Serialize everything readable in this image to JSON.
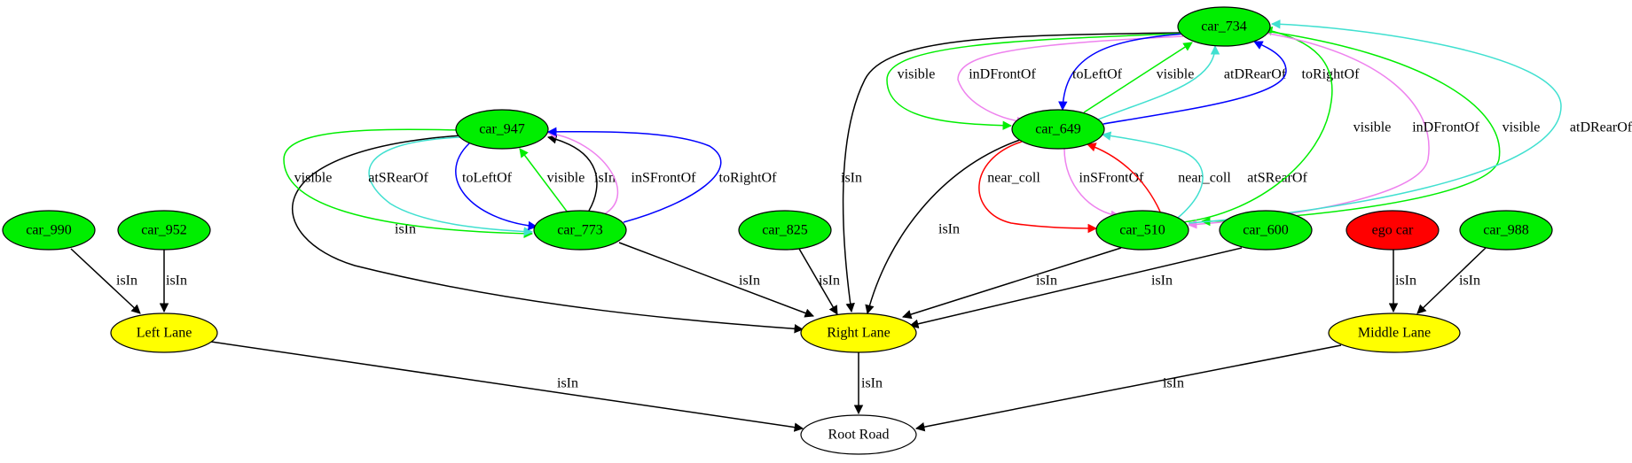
{
  "colors": {
    "car": "#00ee00",
    "lane": "#ffff00",
    "ego": "#ff0000",
    "road": "#ffffff",
    "isIn": "#000000",
    "visible": "#00ee00",
    "inDFrontOf": "#ee82ee",
    "inSFrontOf": "#ee82ee",
    "toLeftOf": "#0000ff",
    "toRightOf": "#0000ff",
    "atDRearOf": "#40e0d0",
    "atSRearOf": "#40e0d0",
    "near_coll": "#ff0000"
  },
  "nodes": [
    {
      "id": "car_734",
      "label": "car_734",
      "kind": "car"
    },
    {
      "id": "car_947",
      "label": "car_947",
      "kind": "car"
    },
    {
      "id": "car_649",
      "label": "car_649",
      "kind": "car"
    },
    {
      "id": "car_990",
      "label": "car_990",
      "kind": "car"
    },
    {
      "id": "car_952",
      "label": "car_952",
      "kind": "car"
    },
    {
      "id": "car_773",
      "label": "car_773",
      "kind": "car"
    },
    {
      "id": "car_825",
      "label": "car_825",
      "kind": "car"
    },
    {
      "id": "car_510",
      "label": "car_510",
      "kind": "car"
    },
    {
      "id": "car_600",
      "label": "car_600",
      "kind": "car"
    },
    {
      "id": "ego_car",
      "label": "ego car",
      "kind": "ego"
    },
    {
      "id": "car_988",
      "label": "car_988",
      "kind": "car"
    },
    {
      "id": "left_lane",
      "label": "Left Lane",
      "kind": "lane"
    },
    {
      "id": "right_lane",
      "label": "Right Lane",
      "kind": "lane"
    },
    {
      "id": "middle_lane",
      "label": "Middle Lane",
      "kind": "lane"
    },
    {
      "id": "root_road",
      "label": "Root Road",
      "kind": "road"
    }
  ],
  "edges": [
    {
      "id": "e1",
      "from": "car_990",
      "to": "left_lane",
      "label": "isIn"
    },
    {
      "id": "e2",
      "from": "car_952",
      "to": "left_lane",
      "label": "isIn"
    },
    {
      "id": "e3",
      "from": "car_947",
      "to": "right_lane",
      "label": "isIn"
    },
    {
      "id": "e4",
      "from": "car_947",
      "to": "car_773",
      "label": "visible"
    },
    {
      "id": "e5",
      "from": "car_947",
      "to": "car_773",
      "label": "atSRearOf"
    },
    {
      "id": "e6",
      "from": "car_947",
      "to": "car_773",
      "label": "toLeftOf"
    },
    {
      "id": "e7",
      "from": "car_773",
      "to": "car_947",
      "label": "visible"
    },
    {
      "id": "e8",
      "from": "car_773",
      "to": "car_947",
      "label": "isIn"
    },
    {
      "id": "e9",
      "from": "car_773",
      "to": "car_947",
      "label": "inSFrontOf"
    },
    {
      "id": "e10",
      "from": "car_773",
      "to": "car_947",
      "label": "toRightOf"
    },
    {
      "id": "e11",
      "from": "car_773",
      "to": "right_lane",
      "label": "isIn"
    },
    {
      "id": "e12",
      "from": "car_825",
      "to": "right_lane",
      "label": "isIn"
    },
    {
      "id": "e13",
      "from": "car_734",
      "to": "right_lane",
      "label": "isIn"
    },
    {
      "id": "e14",
      "from": "car_734",
      "to": "car_649",
      "label": "visible"
    },
    {
      "id": "e15",
      "from": "car_734",
      "to": "car_649",
      "label": "inDFrontOf"
    },
    {
      "id": "e16",
      "from": "car_734",
      "to": "car_649",
      "label": "toLeftOf"
    },
    {
      "id": "e17",
      "from": "car_649",
      "to": "car_734",
      "label": "visible"
    },
    {
      "id": "e18",
      "from": "car_649",
      "to": "car_734",
      "label": "atDRearOf"
    },
    {
      "id": "e19",
      "from": "car_649",
      "to": "car_734",
      "label": "toRightOf"
    },
    {
      "id": "e20",
      "from": "car_649",
      "to": "right_lane",
      "label": "isIn"
    },
    {
      "id": "e21",
      "from": "car_649",
      "to": "car_510",
      "label": "near_coll"
    },
    {
      "id": "e22",
      "from": "car_649",
      "to": "car_510",
      "label": "inSFrontOf"
    },
    {
      "id": "e23",
      "from": "car_510",
      "to": "car_649",
      "label": "near_coll"
    },
    {
      "id": "e24",
      "from": "car_510",
      "to": "car_649",
      "label": "atSRearOf"
    },
    {
      "id": "e25",
      "from": "car_510",
      "to": "car_734",
      "label": "visible"
    },
    {
      "id": "e26",
      "from": "car_734",
      "to": "car_510",
      "label": "inDFrontOf"
    },
    {
      "id": "e27",
      "from": "car_734",
      "to": "car_510",
      "label": "visible"
    },
    {
      "id": "e28",
      "from": "car_510",
      "to": "car_734",
      "label": "atDRearOf"
    },
    {
      "id": "e29",
      "from": "car_510",
      "to": "right_lane",
      "label": "isIn"
    },
    {
      "id": "e30",
      "from": "car_600",
      "to": "right_lane",
      "label": "isIn"
    },
    {
      "id": "e31",
      "from": "ego_car",
      "to": "middle_lane",
      "label": "isIn"
    },
    {
      "id": "e32",
      "from": "car_988",
      "to": "middle_lane",
      "label": "isIn"
    },
    {
      "id": "e33",
      "from": "left_lane",
      "to": "root_road",
      "label": "isIn"
    },
    {
      "id": "e34",
      "from": "right_lane",
      "to": "root_road",
      "label": "isIn"
    },
    {
      "id": "e35",
      "from": "middle_lane",
      "to": "root_road",
      "label": "isIn"
    }
  ]
}
